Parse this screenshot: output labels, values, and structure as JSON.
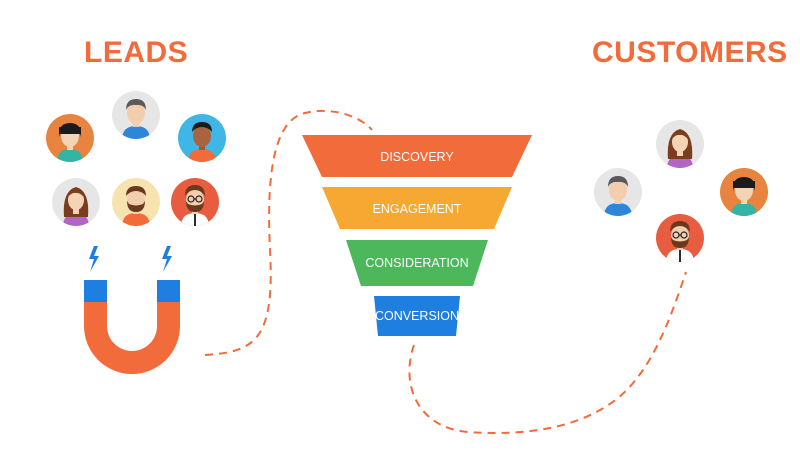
{
  "leads": {
    "title": "LEADS"
  },
  "customers": {
    "title": "CUSTOMERS"
  },
  "funnel": {
    "stages": [
      {
        "label": "DISCOVERY",
        "color": "#F26B3A"
      },
      {
        "label": "ENGAGEMENT",
        "color": "#F7A833"
      },
      {
        "label": "CONSIDERATION",
        "color": "#4CB75B"
      },
      {
        "label": "CONVERSION",
        "color": "#1E7FE0"
      }
    ]
  },
  "colors": {
    "accent": "#F26B3A",
    "magnet_red": "#F26B3A",
    "magnet_blue": "#1E7FE0",
    "spark": "#1E7FE0",
    "dashed_path": "#F26B3A"
  },
  "icons": {
    "magnet": "magnet-icon",
    "spark": "lightning-icon",
    "person": "person-avatar-icon"
  }
}
